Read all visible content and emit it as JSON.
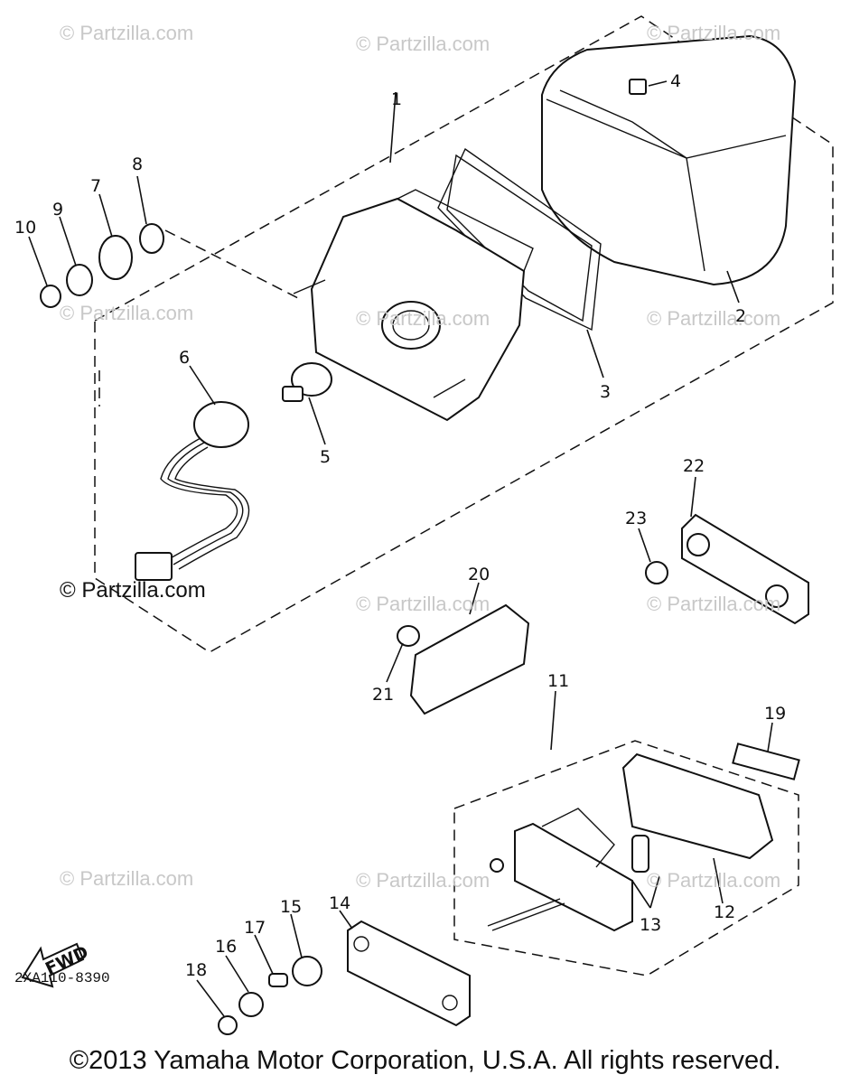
{
  "watermarks": [
    "© Partzilla.com",
    "© Partzilla.com",
    "© Partzilla.com",
    "© Partzilla.com",
    "© Partzilla.com",
    "© Partzilla.com",
    "© Partzilla.com",
    "© Partzilla.com",
    "© Partzilla.com",
    "© Partzilla.com",
    "© Partzilla.com",
    "© Partzilla.com"
  ],
  "part_labels": [
    "1",
    "2",
    "3",
    "4",
    "5",
    "6",
    "7",
    "8",
    "9",
    "10",
    "11",
    "12",
    "13",
    "14",
    "15",
    "16",
    "17",
    "18",
    "19",
    "20",
    "21",
    "22",
    "23"
  ],
  "fwd_label": "FWD",
  "diagram_code": "2XA110-8390",
  "copyright": "©2013  Yamaha Motor Corporation, U.S.A. All rights reserved."
}
